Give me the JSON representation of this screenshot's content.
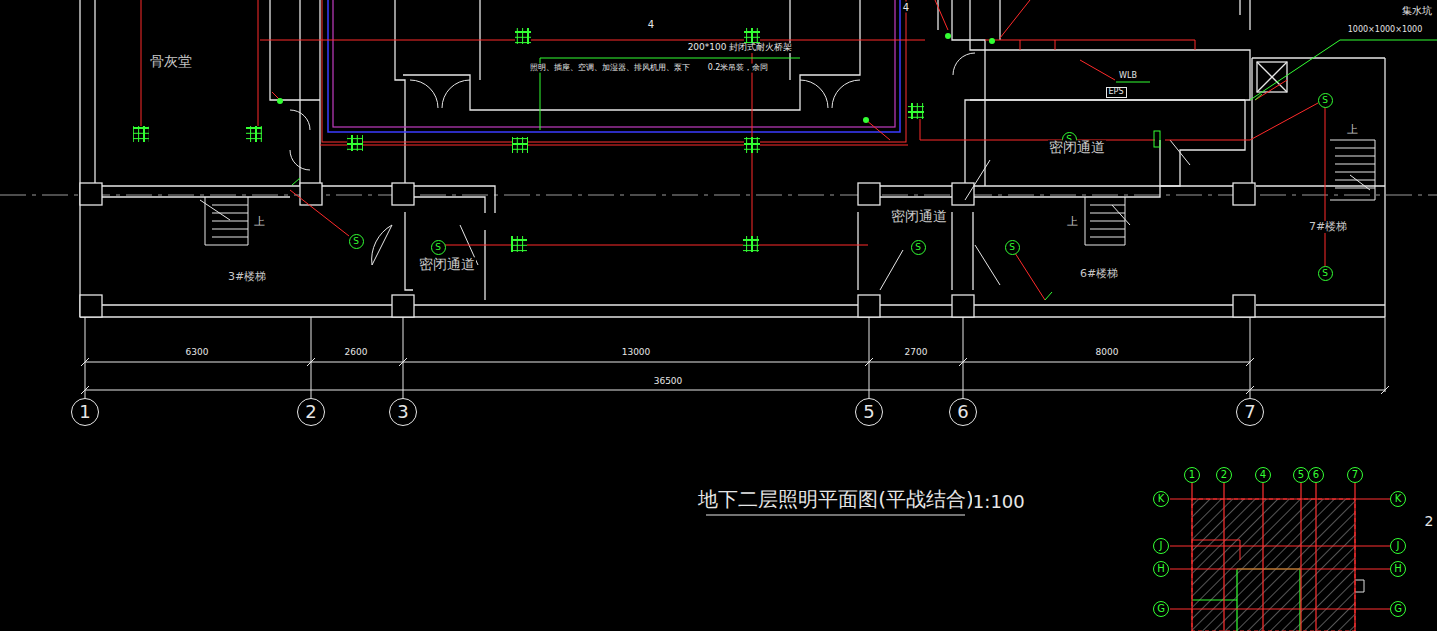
{
  "diagram": {
    "title": "地下二层照明平面图(平战结合)",
    "nodes": [
      {
        "text": [
          "EPS"
        ]
      },
      {
        "text": [
          "S"
        ]
      },
      {
        "text": [
          "S"
        ]
      },
      {
        "text": [
          "S"
        ]
      },
      {
        "text": [
          "S"
        ]
      },
      {
        "text": [
          "S"
        ]
      },
      {
        "text": [
          "S"
        ]
      },
      {
        "text": [
          "S"
        ]
      },
      {
        "text": [
          "1"
        ]
      },
      {
        "text": [
          "2"
        ]
      },
      {
        "text": [
          "3"
        ]
      },
      {
        "text": [
          "5"
        ]
      },
      {
        "text": [
          "6"
        ]
      },
      {
        "text": [
          "7"
        ]
      },
      {
        "text": [
          "1"
        ]
      },
      {
        "text": [
          "2"
        ]
      },
      {
        "text": [
          "4"
        ]
      },
      {
        "text": [
          "5"
        ]
      },
      {
        "text": [
          "6"
        ]
      },
      {
        "text": [
          "7"
        ]
      },
      {
        "text": [
          "K"
        ]
      },
      {
        "text": [
          "K"
        ]
      },
      {
        "text": [
          "J"
        ]
      },
      {
        "text": [
          "J"
        ]
      },
      {
        "text": [
          "H"
        ]
      },
      {
        "text": [
          "H"
        ]
      },
      {
        "text": [
          "G"
        ]
      },
      {
        "text": [
          "G"
        ]
      }
    ],
    "labels": [
      "集水坑",
      "1000×1000×1000",
      "4",
      "4",
      "200*100 封闭式耐火桥架",
      "照明、插座、空调、加湿器、排风机用、泵下",
      "0.2米吊装，余同",
      "骨灰堂",
      "WLB",
      "上",
      "密闭通道",
      "密闭通道",
      "上",
      "7#楼梯",
      "上",
      "3#楼梯",
      "密闭通道",
      "6#楼梯",
      "6300",
      "2600",
      "13000",
      "2700",
      "8000",
      "36500",
      "1:100",
      "2"
    ]
  }
}
